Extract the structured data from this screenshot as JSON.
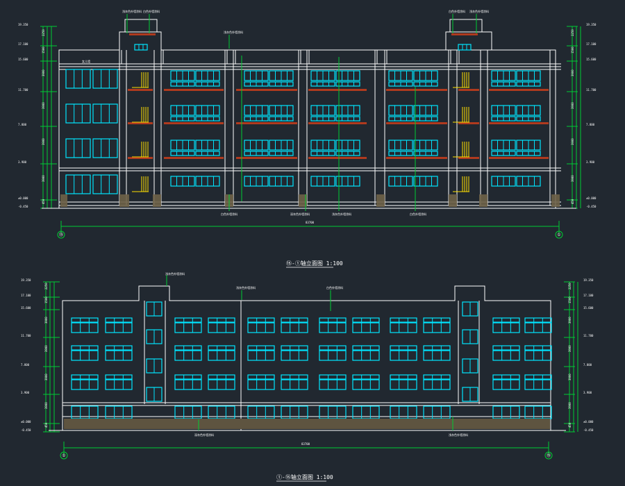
{
  "colors": {
    "background": "#212830",
    "outline": "#ffffff",
    "window": "#00e5ff",
    "dimension": "#00cc33",
    "balcony": "#b03a1e",
    "stair": "#ffe000",
    "ground": "#8a7a55",
    "label": "#ffffff"
  },
  "top_elevation": {
    "title": "⑮-①轴立面图 1:100",
    "total_width": "83700",
    "grid_left": "⑮",
    "grid_right": "①",
    "left_levels": [
      "19.350",
      "17.100",
      "15.600",
      "11.700",
      "7.800",
      "3.900",
      "±0.000",
      "-0.450"
    ],
    "right_levels": [
      "19.350",
      "17.100",
      "15.600",
      "11.700",
      "7.800",
      "3.900",
      "±0.000",
      "-0.450"
    ],
    "left_dims": [
      "2250",
      "1500",
      "3900",
      "3900",
      "3900",
      "3900",
      "450"
    ],
    "right_dims": [
      "2250",
      "1500",
      "3900",
      "3900",
      "3900",
      "3900",
      "450"
    ],
    "notes": [
      "浅灰色外墙涂料",
      "白色外墙涂料",
      "浅灰色外墙涂料",
      "白色外墙涂料",
      "浅灰色外墙涂料",
      "白色外墙涂料",
      "深灰色外墙涂料",
      "浅灰色外墙涂料",
      "白色外墙涂料"
    ],
    "small_label": "女儿墙"
  },
  "bottom_elevation": {
    "title": "①-⑮轴立面图 1:100",
    "total_width": "83700",
    "grid_left": "①",
    "grid_right": "⑮",
    "left_levels": [
      "19.350",
      "17.100",
      "15.600",
      "11.700",
      "7.800",
      "3.900",
      "±0.000",
      "-0.450"
    ],
    "right_levels": [
      "19.350",
      "17.100",
      "15.600",
      "11.700",
      "7.800",
      "3.900",
      "±0.000",
      "-0.450"
    ],
    "left_dims": [
      "2250",
      "1500",
      "3900",
      "3900",
      "3900",
      "3900",
      "450"
    ],
    "right_dims": [
      "2250",
      "1500",
      "3900",
      "3900",
      "3900",
      "3900",
      "450"
    ],
    "notes": [
      "浅灰色外墙涂料",
      "浅灰色外墙涂料",
      "白色外墙涂料",
      "深灰色外墙涂料",
      "浅灰色外墙涂料"
    ]
  }
}
